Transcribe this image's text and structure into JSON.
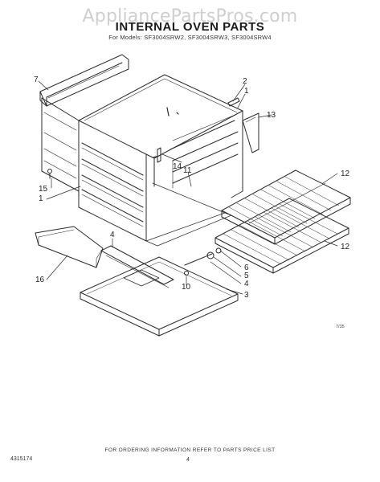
{
  "header": {
    "watermark": "AppliancePartsPros.com",
    "title": "INTERNAL OVEN PARTS",
    "models": "For Models: SF3004SRW2, SF3004SRW3, SF3004SRW4"
  },
  "callouts": {
    "c1_left": "1",
    "c1_top": "1",
    "c2": "2",
    "c3": "3",
    "c4_front": "4",
    "c4_right": "4",
    "c5": "5",
    "c6": "6",
    "c7": "7",
    "c10": "10",
    "c11": "11",
    "c12_top": "12",
    "c12_bottom": "12",
    "c13": "13",
    "c14": "14",
    "c15": "15",
    "c16": "16"
  },
  "footer": {
    "ordering_note": "FOR ORDERING INFORMATION REFER TO PARTS PRICE LIST",
    "doc_number": "4315174",
    "page": "4",
    "date_code": "7/35"
  }
}
